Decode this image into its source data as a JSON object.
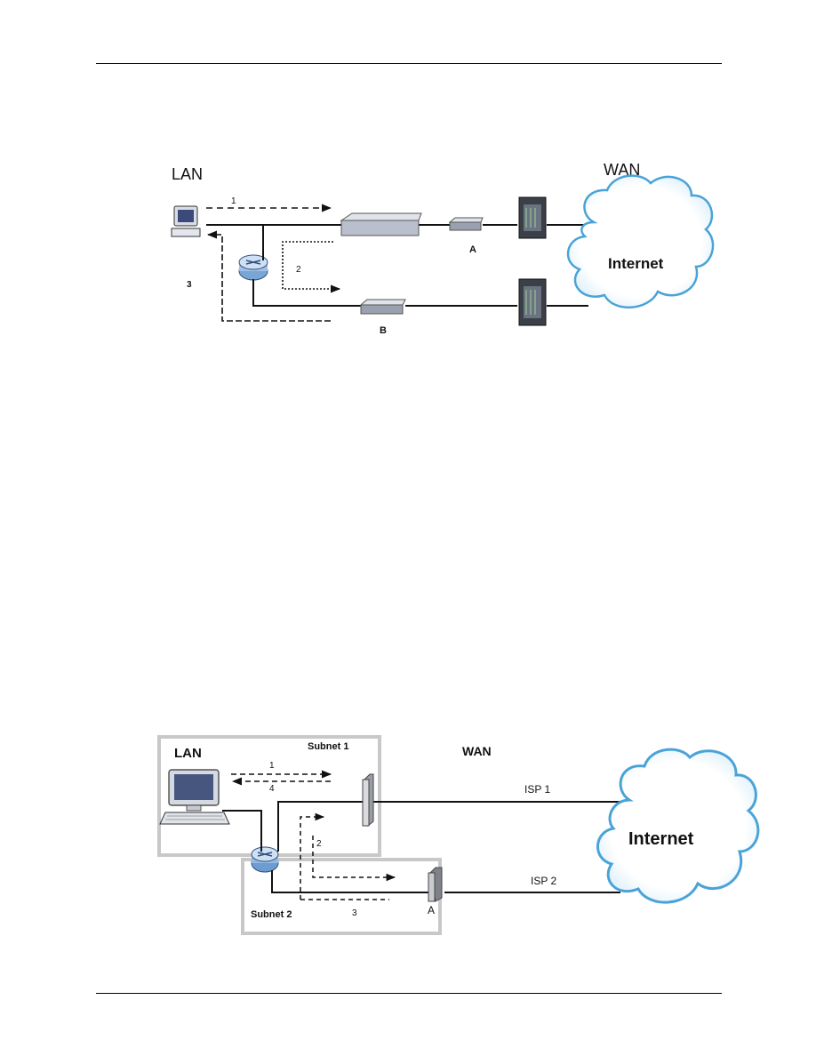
{
  "figure1": {
    "lan_label": "LAN",
    "wan_label": "WAN",
    "internet_label": "Internet",
    "device_a_label": "A",
    "device_b_label": "B",
    "flow_labels": [
      "1",
      "2",
      "3"
    ]
  },
  "figure2": {
    "lan_label": "LAN",
    "wan_label": "WAN",
    "subnet1_label": "Subnet 1",
    "subnet2_label": "Subnet 2",
    "isp1_label": "ISP 1",
    "isp2_label": "ISP 2",
    "internet_label": "Internet",
    "device_a_label": "A",
    "flow_labels": [
      "1",
      "4",
      "2",
      "3"
    ]
  },
  "colors": {
    "cloud_fill": "#ffffff",
    "cloud_stroke": "#4aa3d8",
    "subnet_box": "#c8c8c8",
    "router": "#5b8fc9"
  }
}
